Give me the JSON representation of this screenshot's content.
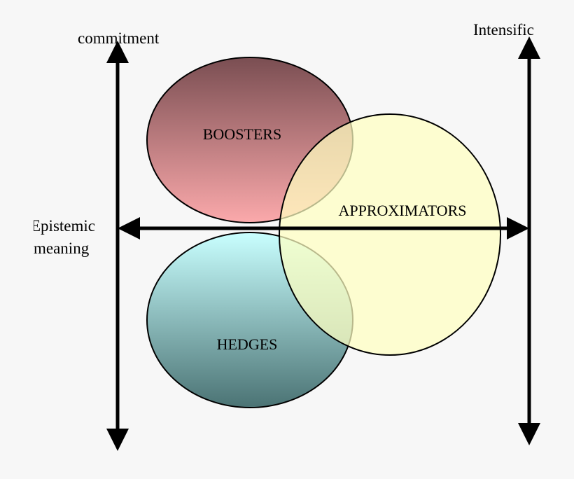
{
  "labels": {
    "top_left": "commitment",
    "top_right": "Intensific",
    "left_line1": "Epistemic",
    "left_line2": "meaning"
  },
  "circles": {
    "boosters": {
      "label": "BOOSTERS"
    },
    "approximators": {
      "label": "APPROXIMATORS"
    },
    "hedges": {
      "label": "HEDGES"
    }
  },
  "colors": {
    "background": "#f7f7f7",
    "axis": "#000000",
    "boosters_top": "#7a4e52",
    "boosters_bottom": "#fba9ab",
    "hedges_top": "#c9ffff",
    "hedges_bottom": "#4b7374",
    "approximators_fill": "#ffffc0"
  }
}
